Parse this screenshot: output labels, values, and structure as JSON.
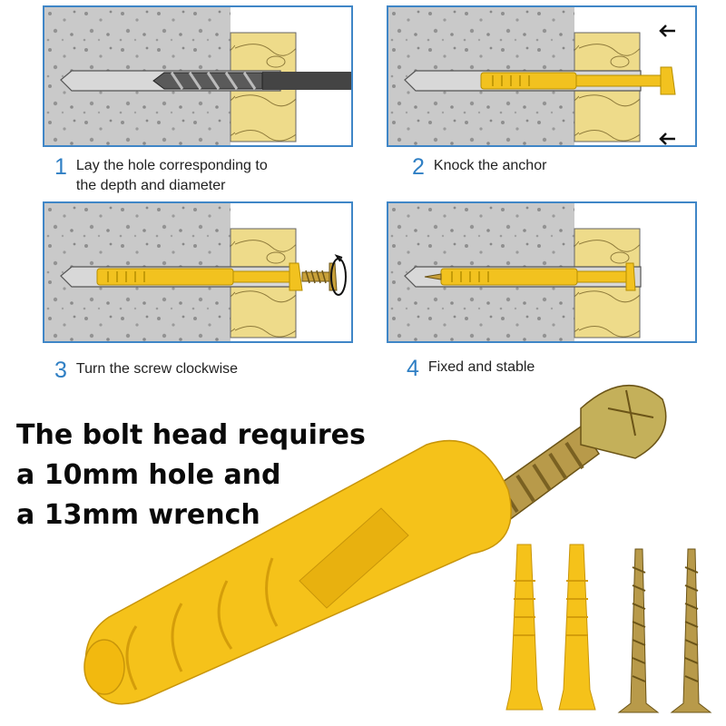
{
  "steps": [
    {
      "number": "1",
      "line1": "Lay the hole corresponding to",
      "line2": "the depth and diameter"
    },
    {
      "number": "2",
      "line1": "Knock the anchor",
      "line2": ""
    },
    {
      "number": "3",
      "line1": "Turn the screw clockwise",
      "line2": ""
    },
    {
      "number": "4",
      "line1": "Fixed and stable",
      "line2": ""
    }
  ],
  "headline": {
    "line1": "The bolt head requires",
    "line2": "a 10mm hole and",
    "line3": "a 13mm wrench"
  },
  "colors": {
    "frame": "#3f86c7",
    "step_number": "#2f7fc4",
    "concrete": "#c9c9c9",
    "wood": "#eedb8a",
    "anchor": "#f2c21f"
  },
  "icons": [
    "drill-bit-icon",
    "anchor-icon",
    "screw-icon",
    "arrow-left-icon",
    "rotate-arrow-icon"
  ]
}
